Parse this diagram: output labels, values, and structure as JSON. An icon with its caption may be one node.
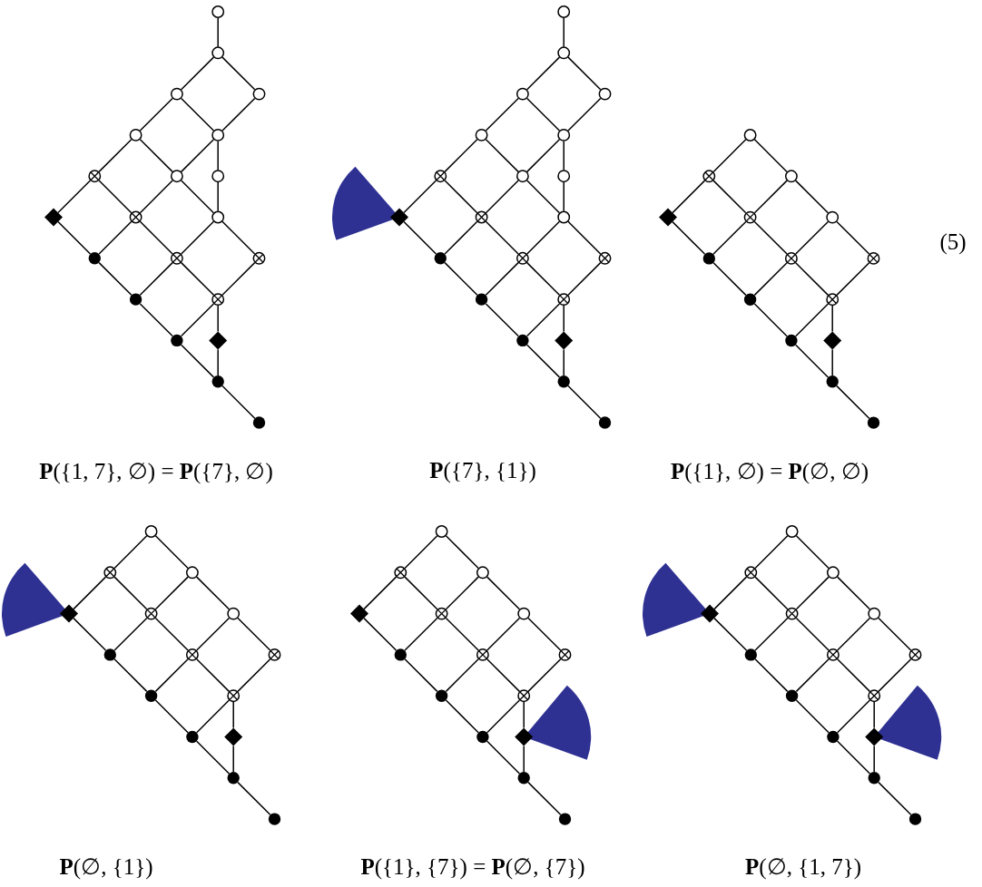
{
  "diagram": {
    "nodes": [
      {
        "text": [],
        "shape": "circle"
      },
      {
        "text": [],
        "shape": "circle"
      },
      {
        "text": [],
        "shape": "circle"
      },
      {
        "text": [],
        "shape": "circle"
      },
      {
        "text": [],
        "shape": "circle"
      },
      {
        "text": [],
        "shape": "circle"
      },
      {
        "text": [],
        "shape": "crossed-circle"
      },
      {
        "text": [],
        "shape": "circle"
      },
      {
        "text": [],
        "shape": "circle"
      },
      {
        "text": [],
        "shape": "diamond"
      },
      {
        "text": [],
        "shape": "crossed-circle"
      },
      {
        "text": [],
        "shape": "circle"
      },
      {
        "text": [],
        "shape": "dot"
      },
      {
        "text": [],
        "shape": "crossed-circle"
      },
      {
        "text": [],
        "shape": "crossed-circle"
      },
      {
        "text": [],
        "shape": "dot"
      },
      {
        "text": [],
        "shape": "crossed-circle"
      },
      {
        "text": [],
        "shape": "dot"
      },
      {
        "text": [],
        "shape": "diamond"
      },
      {
        "text": [],
        "shape": "dot"
      },
      {
        "text": [],
        "shape": "dot"
      },
      {
        "text": [],
        "shape": "circle"
      },
      {
        "text": [],
        "shape": "circle"
      },
      {
        "text": [],
        "shape": "circle"
      },
      {
        "text": [],
        "shape": "circle"
      },
      {
        "text": [],
        "shape": "circle"
      },
      {
        "text": [],
        "shape": "circle"
      },
      {
        "text": [],
        "shape": "crossed-circle"
      },
      {
        "text": [],
        "shape": "circle"
      },
      {
        "text": [],
        "shape": "circle"
      },
      {
        "text": [],
        "shape": "diamond"
      },
      {
        "text": [],
        "shape": "crossed-circle"
      },
      {
        "text": [],
        "shape": "circle"
      },
      {
        "text": [],
        "shape": "dot"
      },
      {
        "text": [],
        "shape": "crossed-circle"
      },
      {
        "text": [],
        "shape": "crossed-circle"
      },
      {
        "text": [],
        "shape": "dot"
      },
      {
        "text": [],
        "shape": "crossed-circle"
      },
      {
        "text": [],
        "shape": "dot"
      },
      {
        "text": [],
        "shape": "diamond"
      },
      {
        "text": [],
        "shape": "dot"
      },
      {
        "text": [],
        "shape": "dot"
      },
      {
        "text": [],
        "shape": "sector"
      },
      {
        "text": [],
        "shape": "circle"
      },
      {
        "text": [],
        "shape": "crossed-circle"
      },
      {
        "text": [],
        "shape": "circle"
      },
      {
        "text": [],
        "shape": "diamond"
      },
      {
        "text": [],
        "shape": "crossed-circle"
      },
      {
        "text": [],
        "shape": "circle"
      },
      {
        "text": [],
        "shape": "dot"
      },
      {
        "text": [],
        "shape": "crossed-circle"
      },
      {
        "text": [],
        "shape": "crossed-circle"
      },
      {
        "text": [],
        "shape": "dot"
      },
      {
        "text": [],
        "shape": "crossed-circle"
      },
      {
        "text": [],
        "shape": "dot"
      },
      {
        "text": [],
        "shape": "diamond"
      },
      {
        "text": [],
        "shape": "dot"
      },
      {
        "text": [],
        "shape": "dot"
      },
      {
        "text": [],
        "shape": "circle"
      },
      {
        "text": [],
        "shape": "crossed-circle"
      },
      {
        "text": [],
        "shape": "circle"
      },
      {
        "text": [],
        "shape": "diamond"
      },
      {
        "text": [],
        "shape": "crossed-circle"
      },
      {
        "text": [],
        "shape": "circle"
      },
      {
        "text": [],
        "shape": "dot"
      },
      {
        "text": [],
        "shape": "crossed-circle"
      },
      {
        "text": [],
        "shape": "crossed-circle"
      },
      {
        "text": [],
        "shape": "dot"
      },
      {
        "text": [],
        "shape": "crossed-circle"
      },
      {
        "text": [],
        "shape": "dot"
      },
      {
        "text": [],
        "shape": "diamond"
      },
      {
        "text": [],
        "shape": "dot"
      },
      {
        "text": [],
        "shape": "dot"
      },
      {
        "text": [],
        "shape": "sector"
      },
      {
        "text": [],
        "shape": "circle"
      },
      {
        "text": [],
        "shape": "crossed-circle"
      },
      {
        "text": [],
        "shape": "circle"
      },
      {
        "text": [],
        "shape": "diamond"
      },
      {
        "text": [],
        "shape": "crossed-circle"
      },
      {
        "text": [],
        "shape": "circle"
      },
      {
        "text": [],
        "shape": "dot"
      },
      {
        "text": [],
        "shape": "crossed-circle"
      },
      {
        "text": [],
        "shape": "crossed-circle"
      },
      {
        "text": [],
        "shape": "dot"
      },
      {
        "text": [],
        "shape": "crossed-circle"
      },
      {
        "text": [],
        "shape": "dot"
      },
      {
        "text": [],
        "shape": "diamond"
      },
      {
        "text": [],
        "shape": "dot"
      },
      {
        "text": [],
        "shape": "dot"
      },
      {
        "text": [],
        "shape": "sector"
      },
      {
        "text": [],
        "shape": "circle"
      },
      {
        "text": [],
        "shape": "crossed-circle"
      },
      {
        "text": [],
        "shape": "circle"
      },
      {
        "text": [],
        "shape": "diamond"
      },
      {
        "text": [],
        "shape": "crossed-circle"
      },
      {
        "text": [],
        "shape": "circle"
      },
      {
        "text": [],
        "shape": "dot"
      },
      {
        "text": [],
        "shape": "crossed-circle"
      },
      {
        "text": [],
        "shape": "crossed-circle"
      },
      {
        "text": [],
        "shape": "dot"
      },
      {
        "text": [],
        "shape": "crossed-circle"
      },
      {
        "text": [],
        "shape": "dot"
      },
      {
        "text": [],
        "shape": "diamond"
      },
      {
        "text": [],
        "shape": "dot"
      },
      {
        "text": [],
        "shape": "dot"
      },
      {
        "text": [],
        "shape": "sector"
      },
      {
        "text": [],
        "shape": "sector"
      }
    ],
    "edges": [
      {
        "from": 0,
        "to": 1,
        "arrow": "none"
      },
      {
        "from": 1,
        "to": 2,
        "arrow": "none"
      },
      {
        "from": 1,
        "to": 3,
        "arrow": "none"
      },
      {
        "from": 2,
        "to": 4,
        "arrow": "none"
      },
      {
        "from": 2,
        "to": 5,
        "arrow": "none"
      },
      {
        "from": 3,
        "to": 5,
        "arrow": "none"
      },
      {
        "from": 4,
        "to": 6,
        "arrow": "none"
      },
      {
        "from": 4,
        "to": 7,
        "arrow": "none"
      },
      {
        "from": 5,
        "to": 7,
        "arrow": "none"
      },
      {
        "from": 5,
        "to": 8,
        "arrow": "none"
      },
      {
        "from": 8,
        "to": 11,
        "arrow": "none"
      },
      {
        "from": 6,
        "to": 9,
        "arrow": "none"
      },
      {
        "from": 6,
        "to": 10,
        "arrow": "none"
      },
      {
        "from": 7,
        "to": 10,
        "arrow": "none"
      },
      {
        "from": 7,
        "to": 11,
        "arrow": "none"
      },
      {
        "from": 9,
        "to": 12,
        "arrow": "none"
      },
      {
        "from": 10,
        "to": 12,
        "arrow": "none"
      },
      {
        "from": 10,
        "to": 13,
        "arrow": "none"
      },
      {
        "from": 11,
        "to": 13,
        "arrow": "none"
      },
      {
        "from": 11,
        "to": 14,
        "arrow": "none"
      },
      {
        "from": 12,
        "to": 15,
        "arrow": "none"
      },
      {
        "from": 13,
        "to": 15,
        "arrow": "none"
      },
      {
        "from": 13,
        "to": 16,
        "arrow": "none"
      },
      {
        "from": 14,
        "to": 16,
        "arrow": "none"
      },
      {
        "from": 15,
        "to": 17,
        "arrow": "none"
      },
      {
        "from": 16,
        "to": 17,
        "arrow": "none"
      },
      {
        "from": 16,
        "to": 18,
        "arrow": "none"
      },
      {
        "from": 17,
        "to": 19,
        "arrow": "none"
      },
      {
        "from": 18,
        "to": 19,
        "arrow": "none"
      },
      {
        "from": 19,
        "to": 20,
        "arrow": "none"
      },
      {
        "from": 21,
        "to": 22,
        "arrow": "none"
      },
      {
        "from": 22,
        "to": 23,
        "arrow": "none"
      },
      {
        "from": 22,
        "to": 24,
        "arrow": "none"
      },
      {
        "from": 23,
        "to": 25,
        "arrow": "none"
      },
      {
        "from": 23,
        "to": 26,
        "arrow": "none"
      },
      {
        "from": 24,
        "to": 26,
        "arrow": "none"
      },
      {
        "from": 25,
        "to": 27,
        "arrow": "none"
      },
      {
        "from": 25,
        "to": 28,
        "arrow": "none"
      },
      {
        "from": 26,
        "to": 28,
        "arrow": "none"
      },
      {
        "from": 26,
        "to": 29,
        "arrow": "none"
      },
      {
        "from": 29,
        "to": 32,
        "arrow": "none"
      },
      {
        "from": 27,
        "to": 30,
        "arrow": "none"
      },
      {
        "from": 27,
        "to": 31,
        "arrow": "none"
      },
      {
        "from": 28,
        "to": 31,
        "arrow": "none"
      },
      {
        "from": 28,
        "to": 32,
        "arrow": "none"
      },
      {
        "from": 30,
        "to": 33,
        "arrow": "none"
      },
      {
        "from": 31,
        "to": 33,
        "arrow": "none"
      },
      {
        "from": 31,
        "to": 34,
        "arrow": "none"
      },
      {
        "from": 32,
        "to": 34,
        "arrow": "none"
      },
      {
        "from": 32,
        "to": 35,
        "arrow": "none"
      },
      {
        "from": 33,
        "to": 36,
        "arrow": "none"
      },
      {
        "from": 34,
        "to": 36,
        "arrow": "none"
      },
      {
        "from": 34,
        "to": 37,
        "arrow": "none"
      },
      {
        "from": 35,
        "to": 37,
        "arrow": "none"
      },
      {
        "from": 36,
        "to": 38,
        "arrow": "none"
      },
      {
        "from": 37,
        "to": 38,
        "arrow": "none"
      },
      {
        "from": 37,
        "to": 39,
        "arrow": "none"
      },
      {
        "from": 38,
        "to": 40,
        "arrow": "none"
      },
      {
        "from": 39,
        "to": 40,
        "arrow": "none"
      },
      {
        "from": 40,
        "to": 41,
        "arrow": "none"
      },
      {
        "from": 43,
        "to": 44,
        "arrow": "none"
      },
      {
        "from": 43,
        "to": 45,
        "arrow": "none"
      },
      {
        "from": 44,
        "to": 46,
        "arrow": "none"
      },
      {
        "from": 44,
        "to": 47,
        "arrow": "none"
      },
      {
        "from": 45,
        "to": 47,
        "arrow": "none"
      },
      {
        "from": 45,
        "to": 48,
        "arrow": "none"
      },
      {
        "from": 46,
        "to": 49,
        "arrow": "none"
      },
      {
        "from": 47,
        "to": 49,
        "arrow": "none"
      },
      {
        "from": 47,
        "to": 50,
        "arrow": "none"
      },
      {
        "from": 48,
        "to": 50,
        "arrow": "none"
      },
      {
        "from": 48,
        "to": 51,
        "arrow": "none"
      },
      {
        "from": 49,
        "to": 52,
        "arrow": "none"
      },
      {
        "from": 50,
        "to": 52,
        "arrow": "none"
      },
      {
        "from": 50,
        "to": 53,
        "arrow": "none"
      },
      {
        "from": 51,
        "to": 53,
        "arrow": "none"
      },
      {
        "from": 52,
        "to": 54,
        "arrow": "none"
      },
      {
        "from": 53,
        "to": 54,
        "arrow": "none"
      },
      {
        "from": 53,
        "to": 55,
        "arrow": "none"
      },
      {
        "from": 54,
        "to": 56,
        "arrow": "none"
      },
      {
        "from": 55,
        "to": 56,
        "arrow": "none"
      },
      {
        "from": 56,
        "to": 57,
        "arrow": "none"
      },
      {
        "from": 58,
        "to": 59,
        "arrow": "none"
      },
      {
        "from": 58,
        "to": 60,
        "arrow": "none"
      },
      {
        "from": 59,
        "to": 61,
        "arrow": "none"
      },
      {
        "from": 59,
        "to": 62,
        "arrow": "none"
      },
      {
        "from": 60,
        "to": 62,
        "arrow": "none"
      },
      {
        "from": 60,
        "to": 63,
        "arrow": "none"
      },
      {
        "from": 61,
        "to": 64,
        "arrow": "none"
      },
      {
        "from": 62,
        "to": 64,
        "arrow": "none"
      },
      {
        "from": 62,
        "to": 65,
        "arrow": "none"
      },
      {
        "from": 63,
        "to": 65,
        "arrow": "none"
      },
      {
        "from": 63,
        "to": 66,
        "arrow": "none"
      },
      {
        "from": 64,
        "to": 67,
        "arrow": "none"
      },
      {
        "from": 65,
        "to": 67,
        "arrow": "none"
      },
      {
        "from": 65,
        "to": 68,
        "arrow": "none"
      },
      {
        "from": 66,
        "to": 68,
        "arrow": "none"
      },
      {
        "from": 67,
        "to": 69,
        "arrow": "none"
      },
      {
        "from": 68,
        "to": 69,
        "arrow": "none"
      },
      {
        "from": 68,
        "to": 70,
        "arrow": "none"
      },
      {
        "from": 69,
        "to": 71,
        "arrow": "none"
      },
      {
        "from": 70,
        "to": 71,
        "arrow": "none"
      },
      {
        "from": 71,
        "to": 72,
        "arrow": "none"
      },
      {
        "from": 74,
        "to": 75,
        "arrow": "none"
      },
      {
        "from": 74,
        "to": 76,
        "arrow": "none"
      },
      {
        "from": 75,
        "to": 77,
        "arrow": "none"
      },
      {
        "from": 75,
        "to": 78,
        "arrow": "none"
      },
      {
        "from": 76,
        "to": 78,
        "arrow": "none"
      },
      {
        "from": 76,
        "to": 79,
        "arrow": "none"
      },
      {
        "from": 77,
        "to": 80,
        "arrow": "none"
      },
      {
        "from": 78,
        "to": 80,
        "arrow": "none"
      },
      {
        "from": 78,
        "to": 81,
        "arrow": "none"
      },
      {
        "from": 79,
        "to": 81,
        "arrow": "none"
      },
      {
        "from": 79,
        "to": 82,
        "arrow": "none"
      },
      {
        "from": 80,
        "to": 83,
        "arrow": "none"
      },
      {
        "from": 81,
        "to": 83,
        "arrow": "none"
      },
      {
        "from": 81,
        "to": 84,
        "arrow": "none"
      },
      {
        "from": 82,
        "to": 84,
        "arrow": "none"
      },
      {
        "from": 83,
        "to": 85,
        "arrow": "none"
      },
      {
        "from": 84,
        "to": 85,
        "arrow": "none"
      },
      {
        "from": 84,
        "to": 86,
        "arrow": "none"
      },
      {
        "from": 85,
        "to": 87,
        "arrow": "none"
      },
      {
        "from": 86,
        "to": 87,
        "arrow": "none"
      },
      {
        "from": 87,
        "to": 88,
        "arrow": "none"
      },
      {
        "from": 90,
        "to": 91,
        "arrow": "none"
      },
      {
        "from": 90,
        "to": 92,
        "arrow": "none"
      },
      {
        "from": 91,
        "to": 93,
        "arrow": "none"
      },
      {
        "from": 91,
        "to": 94,
        "arrow": "none"
      },
      {
        "from": 92,
        "to": 94,
        "arrow": "none"
      },
      {
        "from": 92,
        "to": 95,
        "arrow": "none"
      },
      {
        "from": 93,
        "to": 96,
        "arrow": "none"
      },
      {
        "from": 94,
        "to": 96,
        "arrow": "none"
      },
      {
        "from": 94,
        "to": 97,
        "arrow": "none"
      },
      {
        "from": 95,
        "to": 97,
        "arrow": "none"
      },
      {
        "from": 95,
        "to": 98,
        "arrow": "none"
      },
      {
        "from": 96,
        "to": 99,
        "arrow": "none"
      },
      {
        "from": 97,
        "to": 99,
        "arrow": "none"
      },
      {
        "from": 97,
        "to": 100,
        "arrow": "none"
      },
      {
        "from": 98,
        "to": 100,
        "arrow": "none"
      },
      {
        "from": 99,
        "to": 101,
        "arrow": "none"
      },
      {
        "from": 100,
        "to": 101,
        "arrow": "none"
      },
      {
        "from": 100,
        "to": 102,
        "arrow": "none"
      },
      {
        "from": 101,
        "to": 103,
        "arrow": "none"
      },
      {
        "from": 102,
        "to": 103,
        "arrow": "none"
      },
      {
        "from": 103,
        "to": 104,
        "arrow": "none"
      }
    ],
    "labels": [
      "(5)",
      "**P**({1, 7}, ∅) = **P**({7}, ∅)",
      "**P**({7}, {1})",
      "**P**({1}, ∅) = **P**(∅, ∅)",
      "**P**(∅, {1})",
      "**P**({1}, {7}) = **P**(∅, {7})",
      "**P**(∅, {1, 7})"
    ]
  }
}
